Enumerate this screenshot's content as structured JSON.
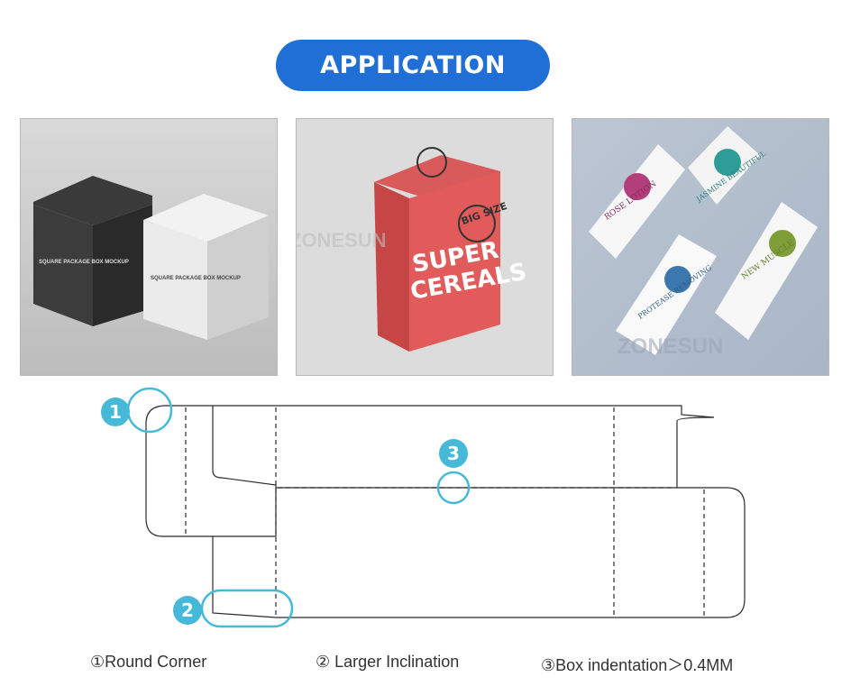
{
  "header": {
    "title": "APPLICATION"
  },
  "photos": {
    "cube": {
      "black_box_text": "SQUARE PACKAGE BOX MOCKUP",
      "white_box_text": "SQUARE PACKAGE BOX MOCKUP"
    },
    "cereal": {
      "badge": "BIG SIZE",
      "title_line1": "SUPER",
      "title_line2": "CEREALS",
      "watermark": "ZONESUN"
    },
    "cosmetics": {
      "box1": "ROSE LOTION",
      "box2": "JASMINE BEAUTIFUL",
      "box3": "NEW MUSCLE",
      "box4": "PROTEASE REMOVING",
      "watermark": "ZONESUN"
    }
  },
  "diagram": {
    "markers": [
      "1",
      "2",
      "3"
    ]
  },
  "captions": {
    "c1": "①Round Corner",
    "c2": "② Larger Inclination",
    "c3": "③Box indentation＞0.4MM"
  },
  "colors": {
    "accent": "#1f6fd6",
    "marker": "#46b9d8"
  }
}
